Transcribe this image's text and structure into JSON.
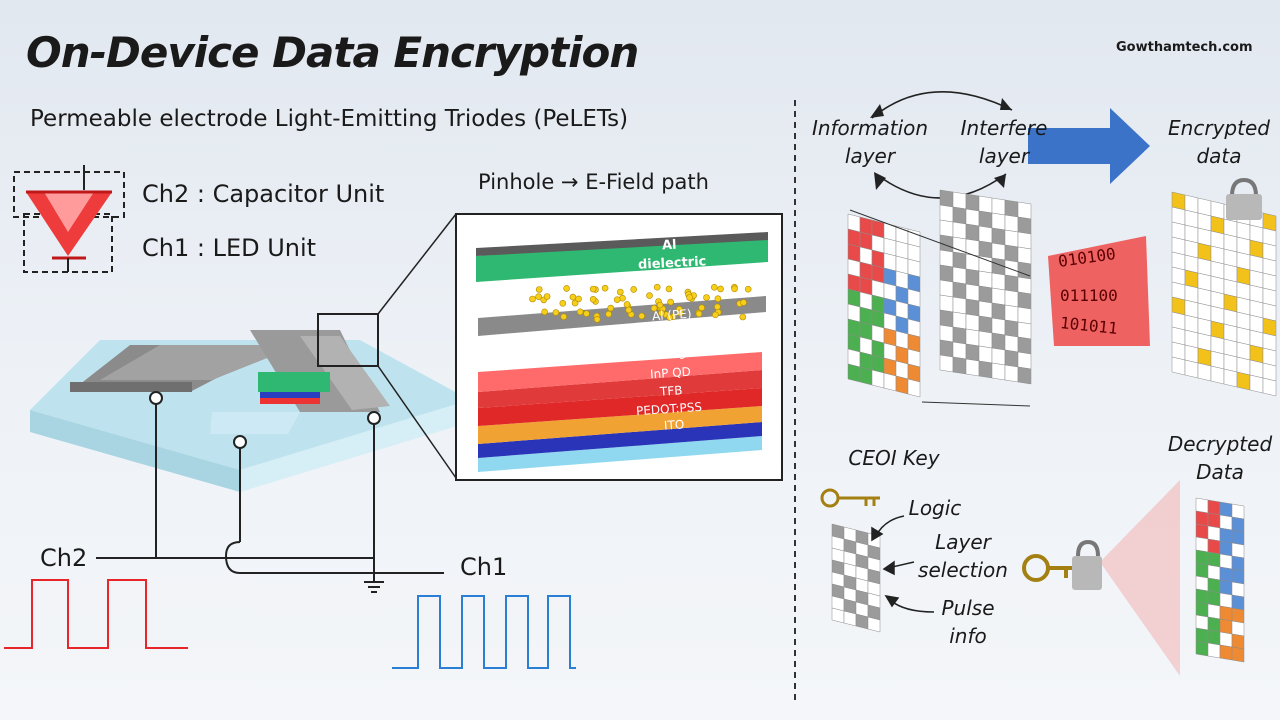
{
  "title": "On-Device Data Encryption",
  "subtitle": "Permeable electrode Light-Emitting Triodes (PeLETs)",
  "brand": "Gowthamtech.com",
  "device": {
    "ch2_unit": "Ch2 : Capacitor Unit",
    "ch1_unit": "Ch1 : LED Unit",
    "ch2_wave": "Ch2",
    "ch1_wave": "Ch1"
  },
  "stack": {
    "heading": "Pinhole → E-Field path",
    "layers": [
      "Al",
      "dielectric",
      "Al (PE)",
      "ZnMgO",
      "InP QD",
      "TFB",
      "PEDOT:PSS",
      "ITO"
    ]
  },
  "encryption": {
    "information_layer": "Information layer",
    "interfere_layer": "Interfere layer",
    "encrypted_data": "Encrypted data",
    "binary": [
      "010100",
      "011100",
      "101011"
    ]
  },
  "decryption": {
    "key_title": "CEOI Key",
    "logic": "Logic",
    "layer_selection": "Layer selection",
    "pulse_info": "Pulse info",
    "decrypted_data": "Decrypted Data"
  },
  "colors": {
    "red_wave": "#e8262a",
    "blue_wave": "#2a7fd4",
    "arrow_blue": "#3b73c9",
    "green_layer": "#2fb872",
    "red_block": "#e84a4a"
  }
}
